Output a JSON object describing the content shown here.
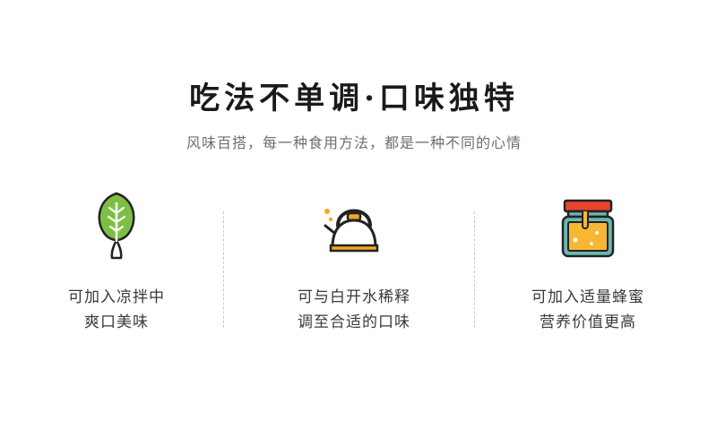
{
  "header": {
    "title": "吃法不单调·口味独特",
    "subtitle": "风味百搭，每一种食用方法，都是一种不同的心情"
  },
  "features": [
    {
      "icon": "spinach-leaf-icon",
      "line1": "可加入凉拌中",
      "line2": "爽口美味"
    },
    {
      "icon": "kettle-icon",
      "line1": "可与白开水稀释",
      "line2": "调至合适的口味"
    },
    {
      "icon": "honey-jar-icon",
      "line1": "可加入适量蜂蜜",
      "line2": "营养价值更高"
    }
  ],
  "colors": {
    "leaf_green": "#7dbf45",
    "kettle_yellow": "#f5a623",
    "jar_red": "#e8442f",
    "jar_teal": "#6ab7b0",
    "honey": "#f7b733",
    "outline": "#222222"
  }
}
